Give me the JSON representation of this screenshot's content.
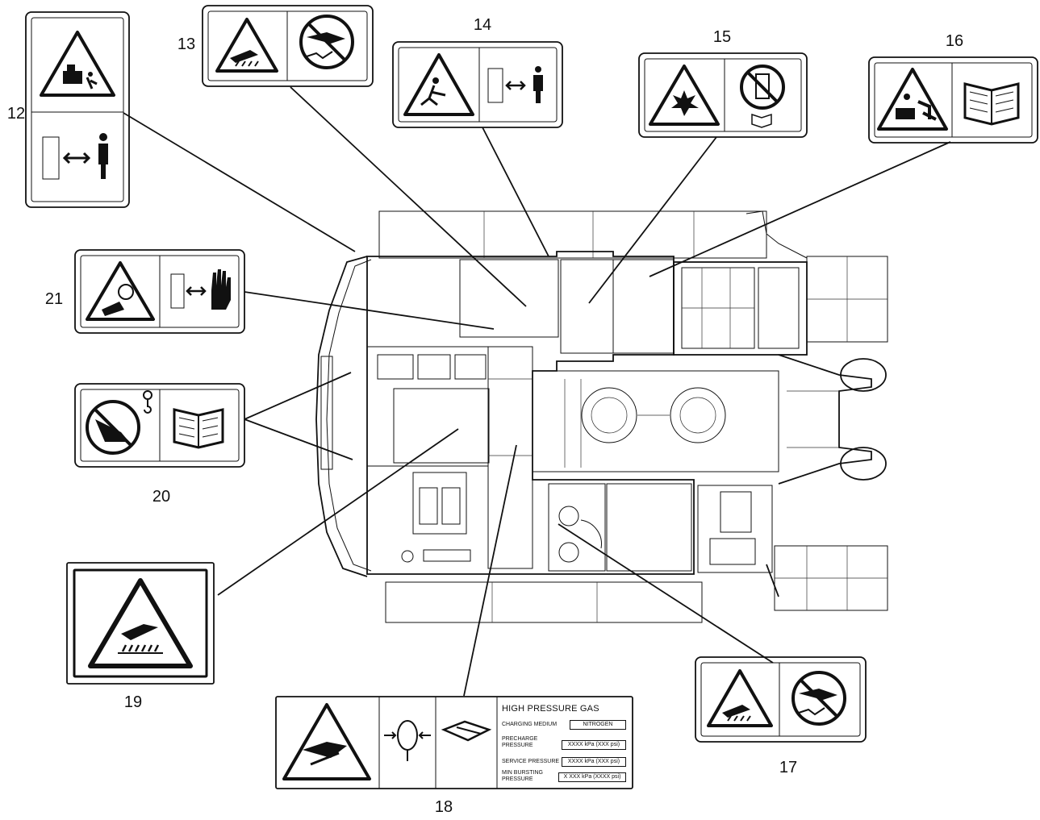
{
  "labels": {
    "n12": "12",
    "n13": "13",
    "n14": "14",
    "n15": "15",
    "n16": "16",
    "n17": "17",
    "n18": "18",
    "n19": "19",
    "n20": "20",
    "n21": "21"
  },
  "pressure_decal": {
    "title": "HIGH PRESSURE GAS",
    "charging_medium_label": "CHARGING MEDIUM",
    "charging_medium_value": "NITROGEN",
    "precharge_label_1": "PRECHARGE",
    "precharge_label_2": "PRESSURE",
    "precharge_value": "XXXX kPa (XXX psi)",
    "service_label": "SERVICE PRESSURE",
    "service_value": "XXXX kPa (XXX psi)",
    "bursting_label_1": "MIN BURSTING",
    "bursting_label_2": "PRESSURE",
    "bursting_value": "X XXX kPa (XXXX psi)"
  },
  "colors": {
    "ink": "#111111",
    "paper": "#ffffff"
  }
}
